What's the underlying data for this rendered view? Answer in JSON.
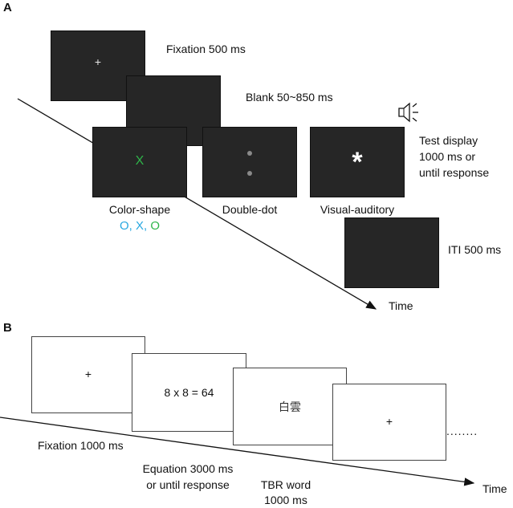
{
  "panel_a": {
    "label": "A",
    "fixation": {
      "symbol": "+",
      "caption": "Fixation 500 ms"
    },
    "blank": {
      "caption": "Blank 50~850 ms"
    },
    "color_shape": {
      "symbol": "X",
      "symbol_color": "#2fb54a",
      "caption": "Color-shape",
      "example_o1": "O,",
      "example_x": "X,",
      "example_o2": "O",
      "o_color": "#29a8e0",
      "o2_color": "#2fb54a"
    },
    "double_dot": {
      "caption": "Double-dot"
    },
    "visual_auditory": {
      "symbol": "*",
      "caption": "Visual-auditory",
      "speaker_icon": "speaker-icon"
    },
    "test_display": {
      "line1": "Test display",
      "line2": "1000 ms or",
      "line3": "until response"
    },
    "iti": {
      "caption": "ITI 500 ms"
    },
    "time": "Time"
  },
  "panel_b": {
    "label": "B",
    "fixation": {
      "symbol": "+",
      "caption": "Fixation 1000 ms"
    },
    "equation": {
      "text": "8 x 8 = 64",
      "caption_line1": "Equation 3000 ms",
      "caption_line2": "or until response"
    },
    "tbr": {
      "text": "白雲",
      "caption_line1": "TBR word",
      "caption_line2": "1000 ms"
    },
    "last": {
      "symbol": "+"
    },
    "ellipsis": "........",
    "time": "Time"
  }
}
